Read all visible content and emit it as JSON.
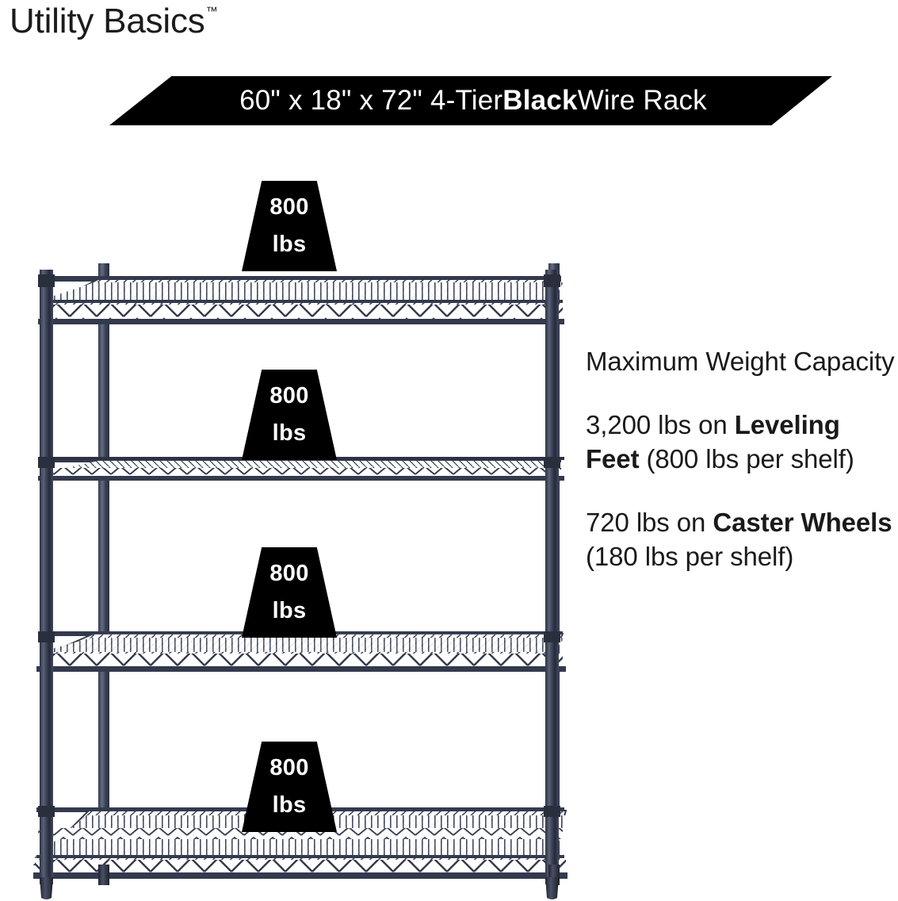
{
  "brand": {
    "name": "Utility Basics",
    "trademark": "™"
  },
  "banner": {
    "text_plain": "60\" x 18\" x 72\" 4-Tier Black Wire Rack",
    "prefix": "60\" x 18\" x 72\" 4-Tier ",
    "emphasis": "Black",
    "suffix": " Wire Rack",
    "background_color": "#000000",
    "text_color": "#ffffff"
  },
  "copy": {
    "heading": "Maximum Weight Capacity",
    "paragraphs": [
      {
        "prefix": "3,200 lbs on ",
        "emphasis": "Leveling Feet",
        "suffix": " (800 lbs per shelf)",
        "plain": "3,200 lbs on Leveling Feet (800 lbs per shelf)"
      },
      {
        "prefix": "720 lbs on ",
        "emphasis": "Caster Wheels",
        "suffix": " (180 lbs per shelf)",
        "plain": "720 lbs on Caster Wheels (180 lbs per shelf)"
      }
    ]
  },
  "product": {
    "type": "4-tier wire shelving rack",
    "color_name": "Black",
    "frame_color": "#343a4d",
    "shelf_count": 4,
    "badges": [
      {
        "value": "800",
        "unit": "lbs"
      },
      {
        "value": "800",
        "unit": "lbs"
      },
      {
        "value": "800",
        "unit": "lbs"
      },
      {
        "value": "800",
        "unit": "lbs"
      }
    ]
  },
  "page": {
    "background_color": "#ffffff"
  }
}
